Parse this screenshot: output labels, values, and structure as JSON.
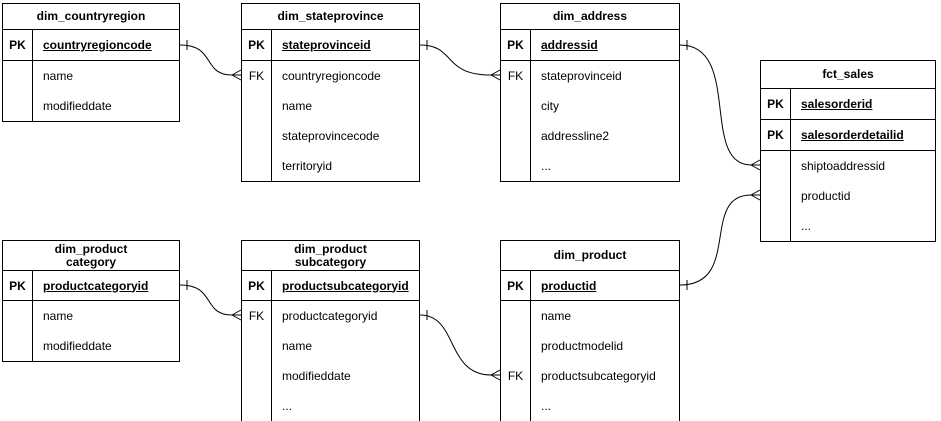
{
  "diagram": {
    "background_color": "#ffffff",
    "line_color": "#000000",
    "text_color": "#000000",
    "tables": [
      {
        "title_lines": [
          "dim_countryregion"
        ],
        "rows": [
          {
            "key": "PK",
            "field": "countryregioncode",
            "is_key_row": true
          },
          {
            "key": "",
            "field": "name",
            "is_key_row": false
          },
          {
            "key": "",
            "field": "modifieddate",
            "is_key_row": false
          }
        ]
      },
      {
        "title_lines": [
          "dim_stateprovince"
        ],
        "rows": [
          {
            "key": "PK",
            "field": "stateprovinceid",
            "is_key_row": true
          },
          {
            "key": "FK",
            "field": "countryregioncode",
            "is_key_row": false
          },
          {
            "key": "",
            "field": "name",
            "is_key_row": false
          },
          {
            "key": "",
            "field": "stateprovincecode",
            "is_key_row": false
          },
          {
            "key": "",
            "field": "territoryid",
            "is_key_row": false
          }
        ]
      },
      {
        "title_lines": [
          "dim_address"
        ],
        "rows": [
          {
            "key": "PK",
            "field": "addressid",
            "is_key_row": true
          },
          {
            "key": "FK",
            "field": "stateprovinceid",
            "is_key_row": false
          },
          {
            "key": "",
            "field": "city",
            "is_key_row": false
          },
          {
            "key": "",
            "field": "addressline2",
            "is_key_row": false
          },
          {
            "key": "",
            "field": "...",
            "is_key_row": false
          }
        ]
      },
      {
        "title_lines": [
          "fct_sales"
        ],
        "rows": [
          {
            "key": "PK",
            "field": "salesorderid",
            "is_key_row": true
          },
          {
            "key": "PK",
            "field": "salesorderdetailid",
            "is_key_row": true
          },
          {
            "key": "",
            "field": "shiptoaddressid",
            "is_key_row": false
          },
          {
            "key": "",
            "field": "productid",
            "is_key_row": false
          },
          {
            "key": "",
            "field": "...",
            "is_key_row": false
          }
        ]
      },
      {
        "title_lines": [
          "dim_product",
          "category"
        ],
        "rows": [
          {
            "key": "PK",
            "field": "productcategoryid",
            "is_key_row": true
          },
          {
            "key": "",
            "field": "name",
            "is_key_row": false
          },
          {
            "key": "",
            "field": "modifieddate",
            "is_key_row": false
          }
        ]
      },
      {
        "title_lines": [
          "dim_product",
          "subcategory"
        ],
        "rows": [
          {
            "key": "PK",
            "field": "productsubcategoryid",
            "is_key_row": true
          },
          {
            "key": "FK",
            "field": "productcategoryid",
            "is_key_row": false
          },
          {
            "key": "",
            "field": "name",
            "is_key_row": false
          },
          {
            "key": "",
            "field": "modifieddate",
            "is_key_row": false
          },
          {
            "key": "",
            "field": "...",
            "is_key_row": false
          }
        ]
      },
      {
        "title_lines": [
          "dim_product"
        ],
        "rows": [
          {
            "key": "PK",
            "field": "productid",
            "is_key_row": true
          },
          {
            "key": "",
            "field": "name",
            "is_key_row": false
          },
          {
            "key": "",
            "field": "productmodelid",
            "is_key_row": false
          },
          {
            "key": "FK",
            "field": "productsubcategoryid",
            "is_key_row": false
          },
          {
            "key": "",
            "field": "...",
            "is_key_row": false
          }
        ]
      }
    ],
    "relationships": [
      {
        "from_table": "dim_countryregion",
        "from_field": "countryregioncode",
        "to_table": "dim_stateprovince",
        "to_field": "countryregioncode",
        "cardinality": "one-to-many"
      },
      {
        "from_table": "dim_stateprovince",
        "from_field": "stateprovinceid",
        "to_table": "dim_address",
        "to_field": "stateprovinceid",
        "cardinality": "one-to-many"
      },
      {
        "from_table": "dim_address",
        "from_field": "addressid",
        "to_table": "fct_sales",
        "to_field": "shiptoaddressid",
        "cardinality": "one-to-many"
      },
      {
        "from_table": "dim_product",
        "from_field": "productid",
        "to_table": "fct_sales",
        "to_field": "productid",
        "cardinality": "one-to-many"
      },
      {
        "from_table": "dim_product category",
        "from_field": "productcategoryid",
        "to_table": "dim_product subcategory",
        "to_field": "productcategoryid",
        "cardinality": "one-to-many"
      },
      {
        "from_table": "dim_product subcategory",
        "from_field": "productsubcategoryid",
        "to_table": "dim_product",
        "to_field": "productsubcategoryid",
        "cardinality": "one-to-many"
      }
    ]
  }
}
